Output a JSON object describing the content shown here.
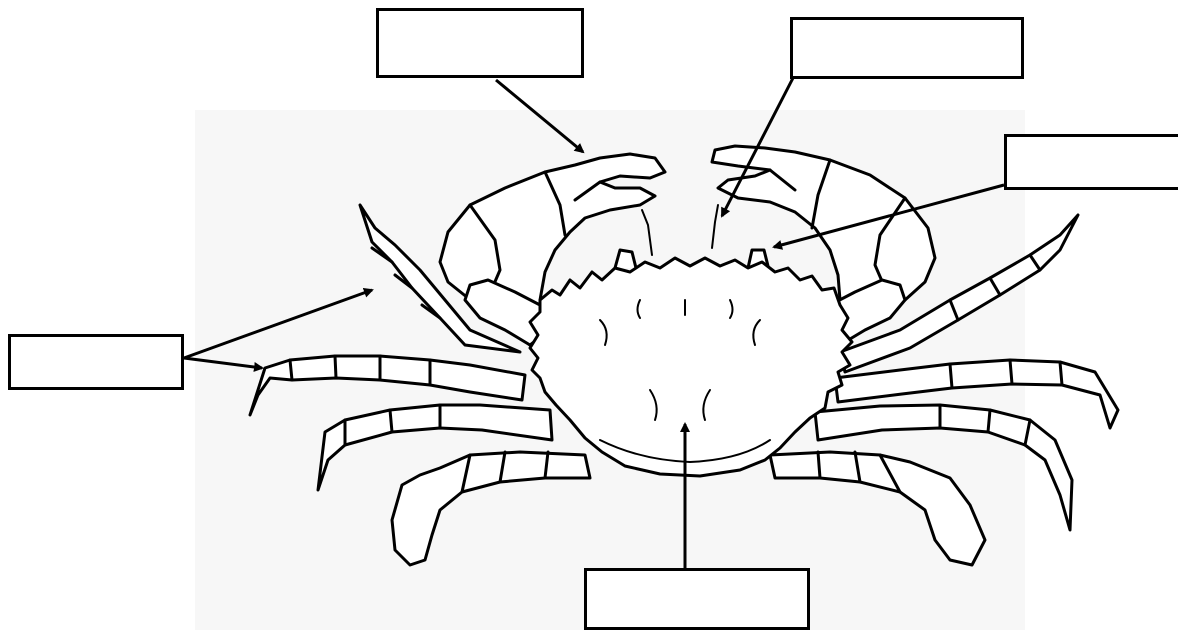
{
  "diagram": {
    "subject": "crab-anatomy-labeling-worksheet",
    "labels": [
      {
        "id": "claw",
        "text": ""
      },
      {
        "id": "antenna",
        "text": ""
      },
      {
        "id": "eye",
        "text": ""
      },
      {
        "id": "legs",
        "text": ""
      },
      {
        "id": "shell",
        "text": ""
      }
    ],
    "colors": {
      "line": "#000000",
      "background": "#ffffff",
      "watermark": "#f2f2f2"
    }
  }
}
